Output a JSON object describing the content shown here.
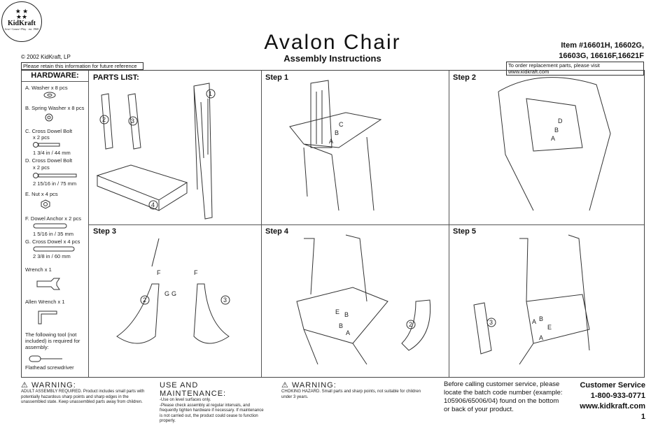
{
  "logo": {
    "brand": "KidKraft",
    "tagline": "Live • Learn • Play",
    "est": "est. 1968"
  },
  "header": {
    "copyright": "© 2002 KidKraft, LP",
    "retain": "Please retain this information for future reference",
    "title": "Avalon Chair",
    "subtitle": "Assembly Instructions",
    "item_line1": "Item #16601H, 16602G,",
    "item_line2": "16603G, 16616F,16621F",
    "order": "To order replacement parts, please visit www.kidkraft.com"
  },
  "hardware": {
    "title": "HARDWARE:",
    "items": [
      "A. Washer x 8 pcs",
      "B. Spring Washer x 8 pcs",
      "C.  Cross Dowel Bolt",
      "x 2 pcs",
      "1 3/4 in / 44 mm",
      "D.  Cross Dowel Bolt",
      "x 2 pcs",
      "2 15/16 in / 75 mm",
      "E. Nut x 4 pcs",
      "F.  Dowel Anchor x 2 pcs",
      "1 5/16 in / 35 mm",
      "G.  Cross Dowel x 4 pcs",
      "2 3/8 in / 60 mm",
      "Wrench x 1",
      "Allen Wrench x 1",
      "The following tool (not included) is required for assembly:",
      "Flathead screwdriver"
    ]
  },
  "parts_list": {
    "title": "PARTS LIST:",
    "labels": [
      "1",
      "2",
      "3",
      "4"
    ]
  },
  "steps": [
    {
      "title": "Step 1"
    },
    {
      "title": "Step 2"
    },
    {
      "title": "Step 3"
    },
    {
      "title": "Step 4"
    },
    {
      "title": "Step 5"
    }
  ],
  "footer": {
    "warning1_title": "WARNING:",
    "warning1_text": "ADULT ASSEMBLY REQUIRED. Product includes small parts with potentially hazardous sharp points and sharp edges in the unassembled state. Keep unassembled parts away from children.",
    "use_title": "USE AND MAINTENANCE:",
    "use_text1": "-Use on level surfaces only.",
    "use_text2": "-Please check assembly at regular intervals, and frequently tighten hardware if necessary. If maintenance is not carried out, the product could cease to function properly.",
    "warning2_title": "WARNING:",
    "warning2_text": "CHOKING HAZARD. Small parts and sharp points, not suitable for children under 3 years.",
    "batch": "Before calling customer service, please locate the batch code number (example: 105906/65006/04) found on the bottom or back of your product.",
    "cs_title": "Customer Service",
    "cs_phone": "1-800-933-0771",
    "cs_web": "www.kidkraft.com",
    "page": "1"
  }
}
